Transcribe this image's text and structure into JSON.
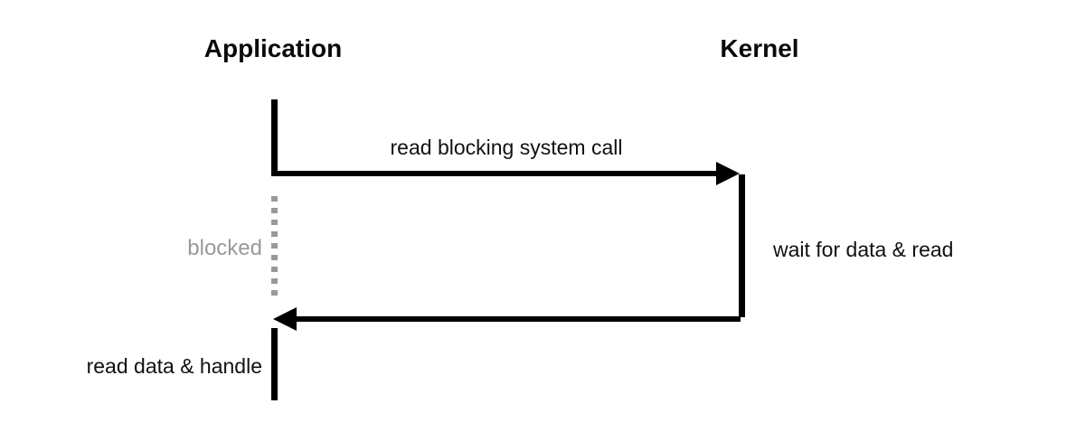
{
  "diagram": {
    "type": "sequence-diagram",
    "topic": "blocking read system call",
    "actors": {
      "left": {
        "label": "Application"
      },
      "right": {
        "label": "Kernel"
      }
    },
    "messages": {
      "call": {
        "label": "read blocking system call",
        "from": "Application",
        "to": "Kernel",
        "direction": "right"
      },
      "return": {
        "label": "",
        "from": "Kernel",
        "to": "Application",
        "direction": "left"
      }
    },
    "states": {
      "blocked": {
        "label": "blocked",
        "actor": "Application",
        "style": "dotted-gray"
      },
      "wait": {
        "label": "wait for data & read",
        "actor": "Kernel"
      },
      "handle": {
        "label": "read data & handle",
        "actor": "Application"
      }
    },
    "colors": {
      "line": "#000000",
      "text": "#111111",
      "actor_text": "#0a0a0a",
      "blocked_gray": "#999999",
      "background": "#ffffff"
    }
  }
}
